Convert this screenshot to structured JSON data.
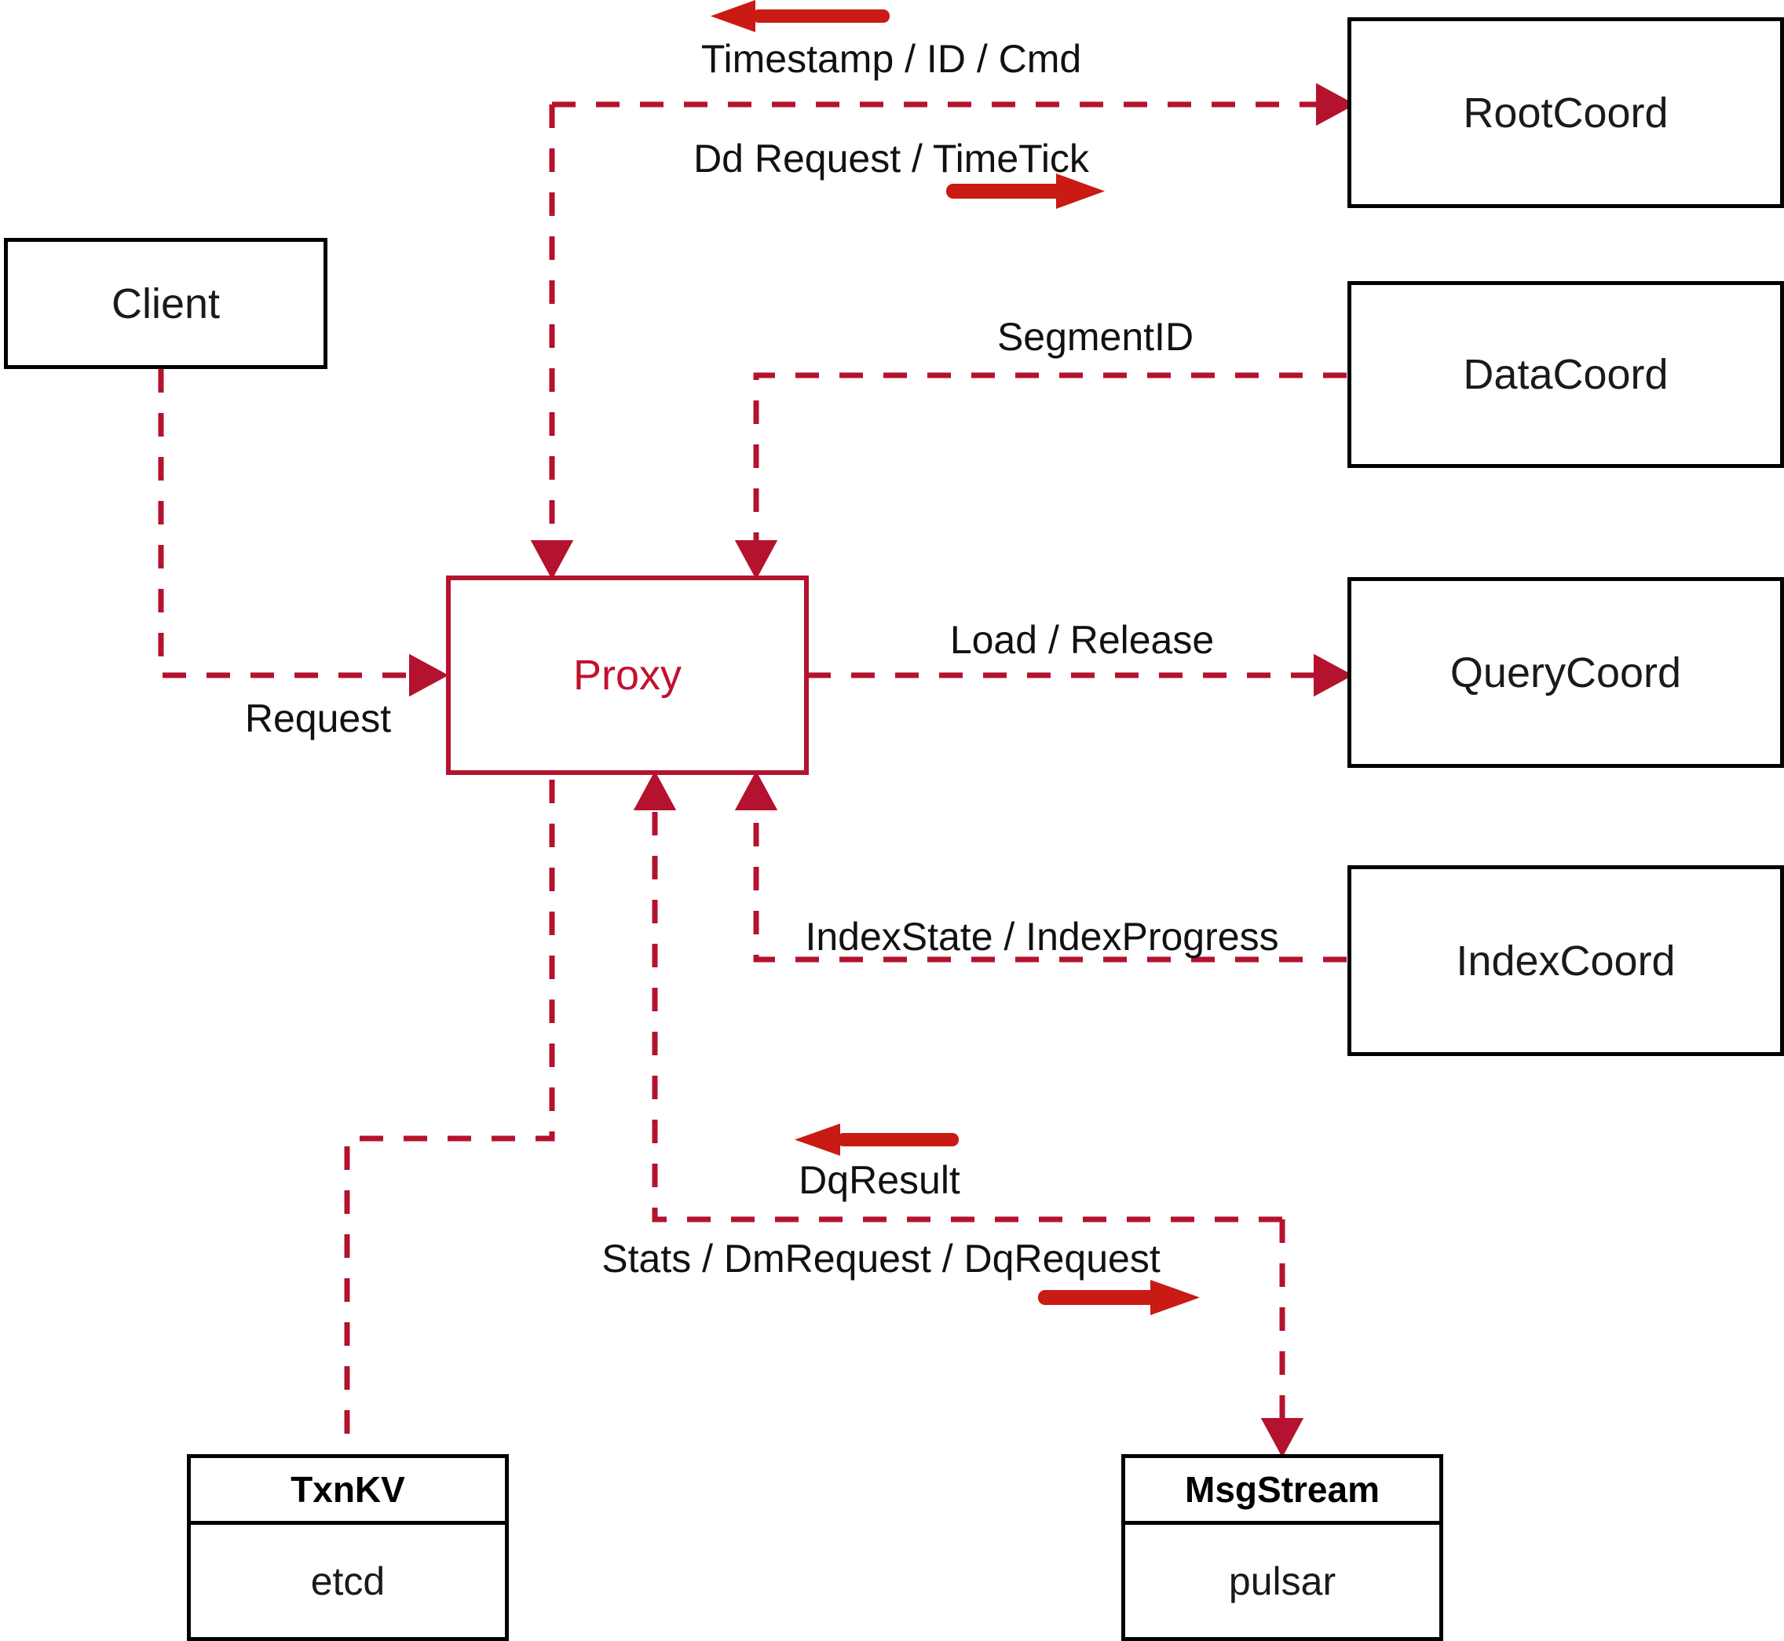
{
  "diagram": {
    "title": "Proxy component interaction diagram",
    "colors": {
      "dashed_edge": "#b4122e",
      "solid_arrow": "#c91a13",
      "node_border": "#000000",
      "proxy_border": "#b4122e",
      "proxy_text": "#c1122e",
      "background": "#ffffff"
    }
  },
  "nodes": {
    "client": {
      "label": "Client"
    },
    "proxy": {
      "label": "Proxy"
    },
    "root_coord": {
      "label": "RootCoord"
    },
    "data_coord": {
      "label": "DataCoord"
    },
    "query_coord": {
      "label": "QueryCoord"
    },
    "index_coord": {
      "label": "IndexCoord"
    },
    "txnkv": {
      "label": "TxnKV",
      "impl": "etcd"
    },
    "msgstream": {
      "label": "MsgStream",
      "impl": "pulsar"
    }
  },
  "edge_labels": {
    "timestamp_id_cmd": "Timestamp / ID / Cmd",
    "dd_request_timetick": "Dd Request / TimeTick",
    "segment_id": "SegmentID",
    "request": "Request",
    "load_release": "Load / Release",
    "index_state_progress": "IndexState / IndexProgress",
    "dq_result": "DqResult",
    "stats_dm_dq_request": "Stats / DmRequest / DqRequest"
  },
  "edges": [
    {
      "from": "root_coord",
      "to": "proxy",
      "label": "Timestamp / ID / Cmd",
      "direction": "leftward"
    },
    {
      "from": "proxy",
      "to": "root_coord",
      "label": "Dd Request / TimeTick",
      "direction": "rightward"
    },
    {
      "from": "data_coord",
      "to": "proxy",
      "label": "SegmentID",
      "direction": "leftward"
    },
    {
      "from": "client",
      "to": "proxy",
      "label": "Request",
      "direction": "rightward"
    },
    {
      "from": "proxy",
      "to": "query_coord",
      "label": "Load / Release",
      "direction": "rightward"
    },
    {
      "from": "index_coord",
      "to": "proxy",
      "label": "IndexState / IndexProgress",
      "direction": "leftward"
    },
    {
      "from": "msgstream",
      "to": "proxy",
      "label": "DqResult",
      "direction": "leftward"
    },
    {
      "from": "proxy",
      "to": "msgstream",
      "label": "Stats / DmRequest / DqRequest",
      "direction": "rightward"
    },
    {
      "from": "proxy",
      "to": "txnkv",
      "label": "",
      "direction": "none"
    }
  ]
}
